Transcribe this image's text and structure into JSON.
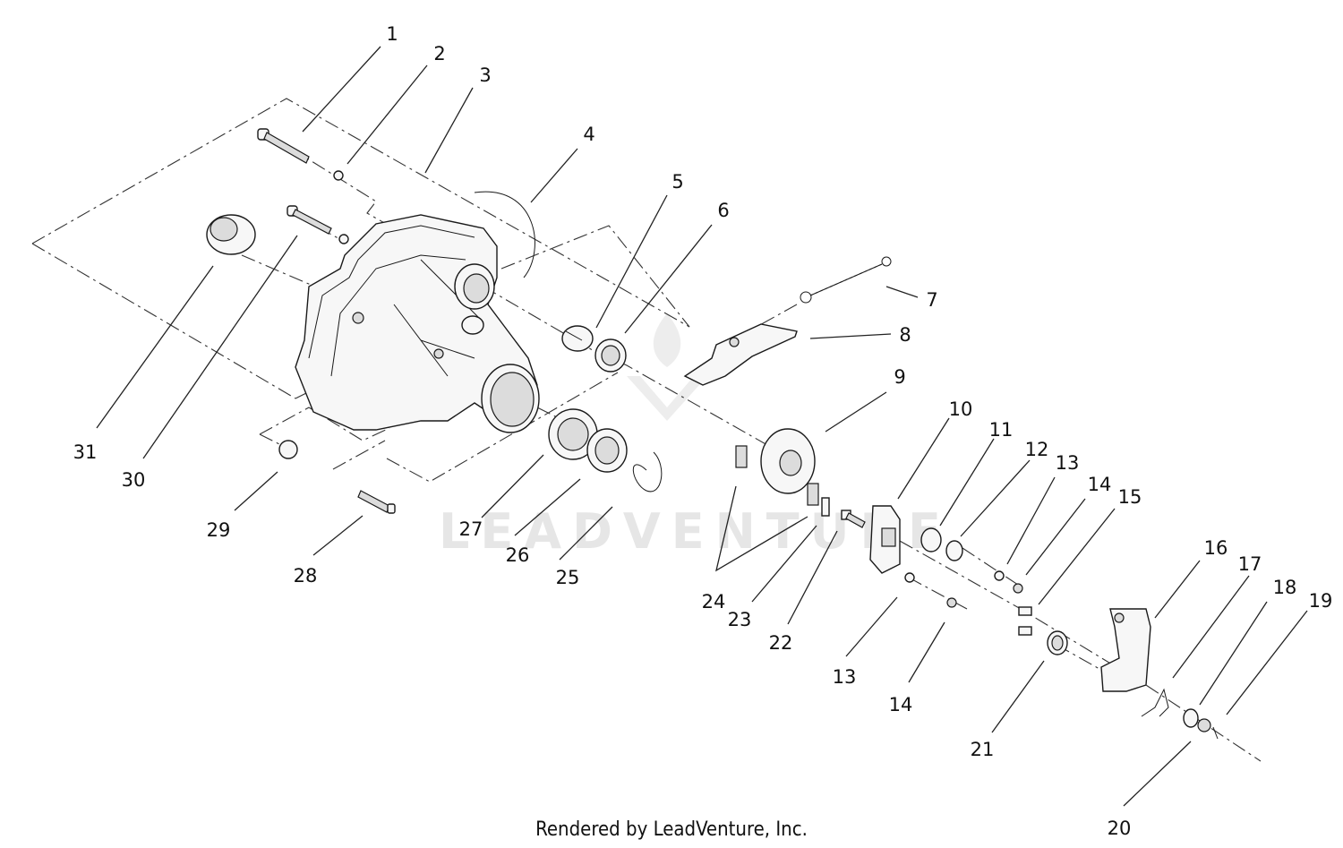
{
  "footer_text": "Rendered by LeadVenture, Inc.",
  "watermark_text": "LEADVENTURE",
  "callouts": [
    {
      "id": "c1",
      "label": "1"
    },
    {
      "id": "c2",
      "label": "2"
    },
    {
      "id": "c3",
      "label": "3"
    },
    {
      "id": "c4",
      "label": "4"
    },
    {
      "id": "c5",
      "label": "5"
    },
    {
      "id": "c6",
      "label": "6"
    },
    {
      "id": "c7",
      "label": "7"
    },
    {
      "id": "c8",
      "label": "8"
    },
    {
      "id": "c9",
      "label": "9"
    },
    {
      "id": "c10",
      "label": "10"
    },
    {
      "id": "c11",
      "label": "11"
    },
    {
      "id": "c12",
      "label": "12"
    },
    {
      "id": "c13a",
      "label": "13"
    },
    {
      "id": "c14a",
      "label": "14"
    },
    {
      "id": "c15",
      "label": "15"
    },
    {
      "id": "c16",
      "label": "16"
    },
    {
      "id": "c17",
      "label": "17"
    },
    {
      "id": "c18",
      "label": "18"
    },
    {
      "id": "c19",
      "label": "19"
    },
    {
      "id": "c20",
      "label": "20"
    },
    {
      "id": "c21",
      "label": "21"
    },
    {
      "id": "c22",
      "label": "22"
    },
    {
      "id": "c23",
      "label": "23"
    },
    {
      "id": "c24",
      "label": "24"
    },
    {
      "id": "c13b",
      "label": "13"
    },
    {
      "id": "c14b",
      "label": "14"
    },
    {
      "id": "c25",
      "label": "25"
    },
    {
      "id": "c26",
      "label": "26"
    },
    {
      "id": "c27",
      "label": "27"
    },
    {
      "id": "c28",
      "label": "28"
    },
    {
      "id": "c29",
      "label": "29"
    },
    {
      "id": "c30",
      "label": "30"
    },
    {
      "id": "c31",
      "label": "31"
    }
  ]
}
